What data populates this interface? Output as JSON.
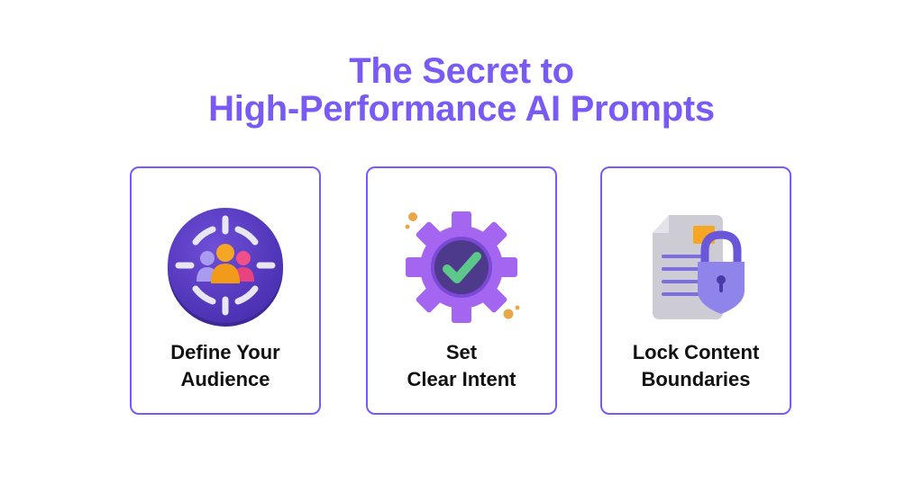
{
  "title": {
    "line1": "The Secret to",
    "line2": "High-Performance AI Prompts",
    "color": "#7a5af5"
  },
  "cards": [
    {
      "icon": "audience-target-icon",
      "label_line1": "Define Your",
      "label_line2": "Audience"
    },
    {
      "icon": "gear-checkmark-icon",
      "label_line1": "Set",
      "label_line2": "Clear Intent"
    },
    {
      "icon": "document-lock-icon",
      "label_line1": "Lock Content",
      "label_line2": "Boundaries"
    }
  ],
  "colors": {
    "accent": "#7a5af5",
    "card_border": "#7a5af5",
    "label_text": "#111111"
  }
}
